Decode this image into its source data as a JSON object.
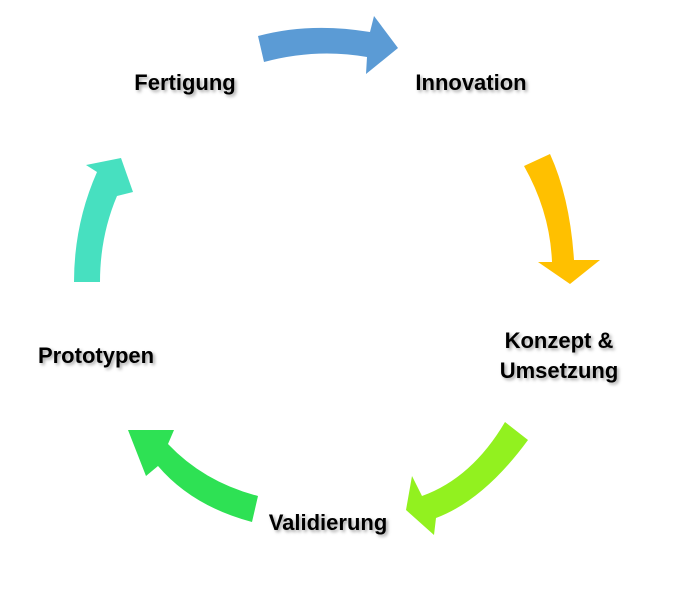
{
  "diagram": {
    "stages": [
      {
        "id": "fertigung",
        "label": "Fertigung"
      },
      {
        "id": "innovation",
        "label": "Innovation"
      },
      {
        "id": "konzept",
        "label": "Konzept & Umsetzung"
      },
      {
        "id": "validierung",
        "label": "Validierung"
      },
      {
        "id": "prototypen",
        "label": "Prototypen"
      }
    ],
    "arrows": [
      {
        "from": "fertigung",
        "to": "innovation",
        "color": "#5B9BD5"
      },
      {
        "from": "innovation",
        "to": "konzept",
        "color": "#FFC000"
      },
      {
        "from": "konzept",
        "to": "validierung",
        "color": "#92F11F"
      },
      {
        "from": "validierung",
        "to": "prototypen",
        "color": "#2EE154"
      },
      {
        "from": "prototypen",
        "to": "fertigung",
        "color": "#47E0C0"
      }
    ]
  }
}
